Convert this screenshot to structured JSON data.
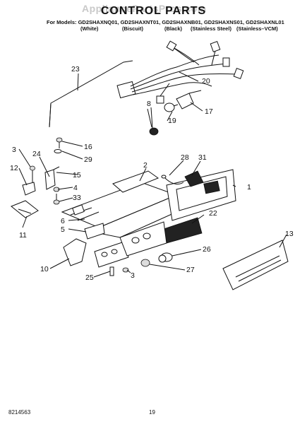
{
  "watermark": "AppliancePartsPros.com",
  "title": "CONTROL PARTS",
  "models_line": "For Models: GD2SHAXNQ01, GD2SHAXNT01, GD2SHAXNB01, GD2SHAXNS01, GD2SHAXNL01",
  "colors": [
    "(White)",
    "(Biscuit)",
    "(Black)",
    "(Stainless Steel)",
    "(Stainless–VCM)"
  ],
  "callouts": {
    "c1": "1",
    "c2": "2",
    "c3a": "3",
    "c3b": "3",
    "c4": "4",
    "c5": "5",
    "c6": "6",
    "c8": "8",
    "c10": "10",
    "c11": "11",
    "c12": "12",
    "c13": "13",
    "c15": "15",
    "c16": "16",
    "c17": "17",
    "c19": "19",
    "c20": "20",
    "c22": "22",
    "c23": "23",
    "c24": "24",
    "c25": "25",
    "c26": "26",
    "c27": "27",
    "c28": "28",
    "c29": "29",
    "c31": "31",
    "c33": "33"
  },
  "footer": {
    "doc_number": "8214563",
    "page_number": "19"
  }
}
